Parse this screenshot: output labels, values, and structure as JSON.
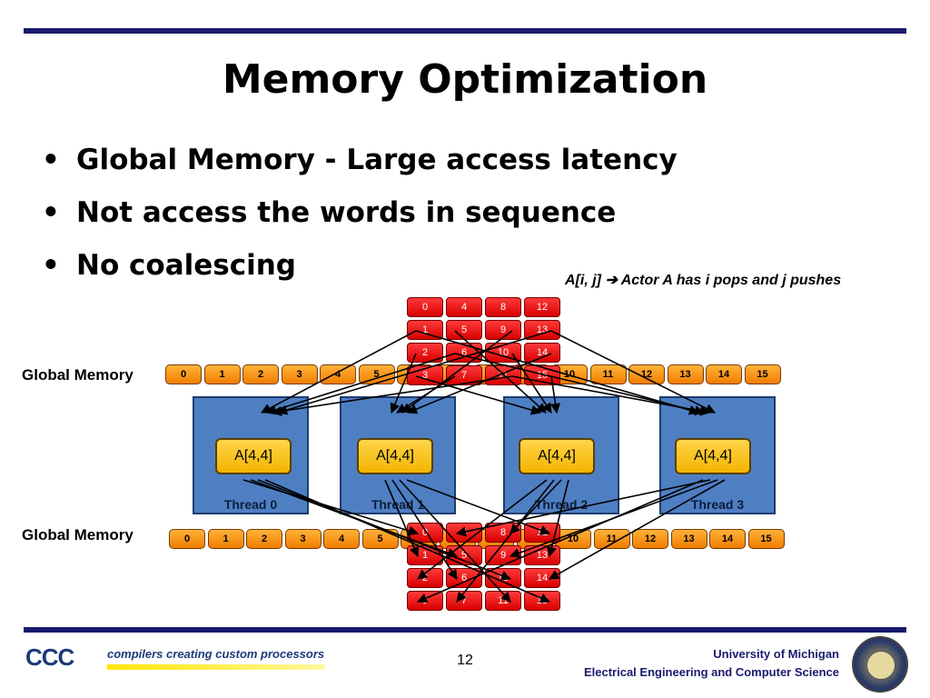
{
  "slide": {
    "title": "Memory Optimization",
    "bullets": [
      "Global Memory - Large access latency",
      "Not access the words in sequence",
      "No coalescing"
    ],
    "legend": "A[i, j] ➔ Actor A has i pops and j pushes"
  },
  "diagram": {
    "global_memory_label": "Global Memory",
    "top_row": [
      "0",
      "1",
      "2",
      "3",
      "4",
      "5",
      "6",
      "7",
      "8",
      "9",
      "10",
      "11",
      "12",
      "13",
      "14",
      "15"
    ],
    "bottom_row": [
      "0",
      "1",
      "2",
      "3",
      "4",
      "5",
      "6",
      "7",
      "8",
      "9",
      "10",
      "11",
      "12",
      "13",
      "14",
      "15"
    ],
    "top_grid": [
      [
        "0",
        "4",
        "8",
        "12"
      ],
      [
        "1",
        "5",
        "9",
        "13"
      ],
      [
        "2",
        "6",
        "10",
        "14"
      ],
      [
        "3",
        "7",
        "11",
        "15"
      ]
    ],
    "bottom_grid": [
      [
        "0",
        "4",
        "8",
        "12"
      ],
      [
        "1",
        "5",
        "9",
        "13"
      ],
      [
        "2",
        "6",
        "10",
        "14"
      ],
      [
        "3",
        "7",
        "11",
        "15"
      ]
    ],
    "threads": [
      {
        "label": "Thread 0",
        "actor": "A[4,4]"
      },
      {
        "label": "Thread 1",
        "actor": "A[4,4]"
      },
      {
        "label": "Thread 2",
        "actor": "A[4,4]"
      },
      {
        "label": "Thread 3",
        "actor": "A[4,4]"
      }
    ],
    "colors": {
      "memory_cell": "#f59000",
      "grid_cell": "#e00000",
      "thread_box": "#4f7fc3",
      "actor": "#f5c000"
    }
  },
  "footer": {
    "logo": "CCC",
    "tagline": "compilers creating custom processors",
    "page_number": "12",
    "university": "University of Michigan",
    "department": "Electrical Engineering and Computer Science"
  }
}
